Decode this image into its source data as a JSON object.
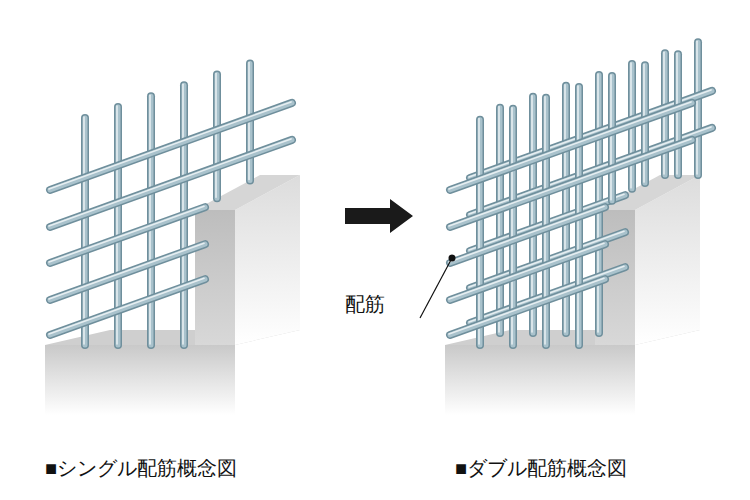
{
  "diagram": {
    "labels": [
      "配筋",
      "■シングル配筋概念図",
      "■ダブル配筋概念図"
    ]
  }
}
